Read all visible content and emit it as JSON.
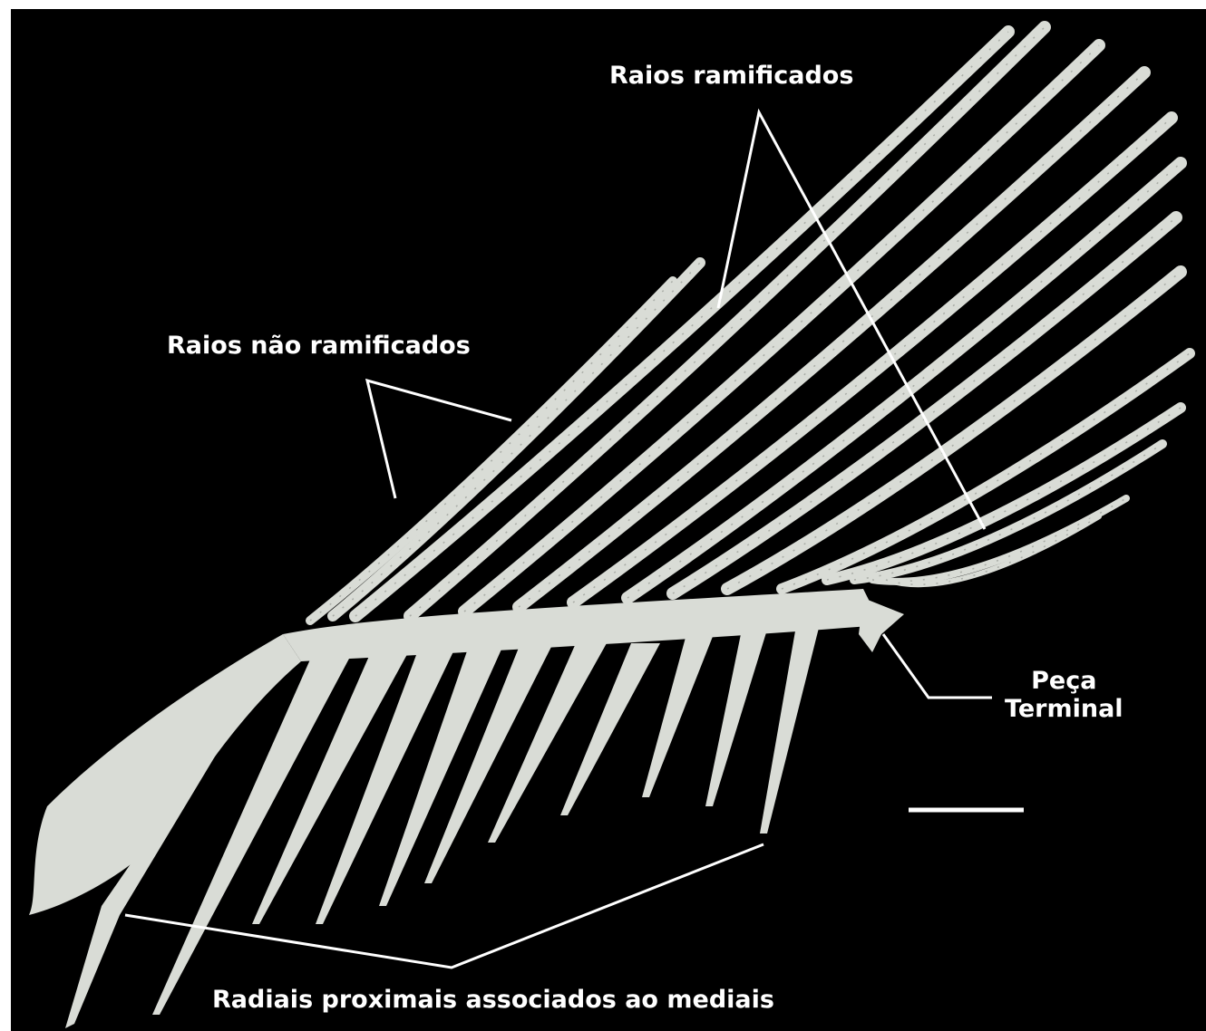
{
  "labels": {
    "raios_ramificados": "Raios ramificados",
    "raios_nao_ramificados": "Raios não ramificados",
    "peca_terminal_line1": "Peça",
    "peca_terminal_line2": "Terminal",
    "radiais": "Radiais proximais associados ao mediais"
  },
  "colors": {
    "background": "#000000",
    "bone": "#d9dcd6",
    "bone_shadow": "#a9aca6",
    "annotation": "#ffffff"
  },
  "scale_bar": "white horizontal line, no printed value"
}
